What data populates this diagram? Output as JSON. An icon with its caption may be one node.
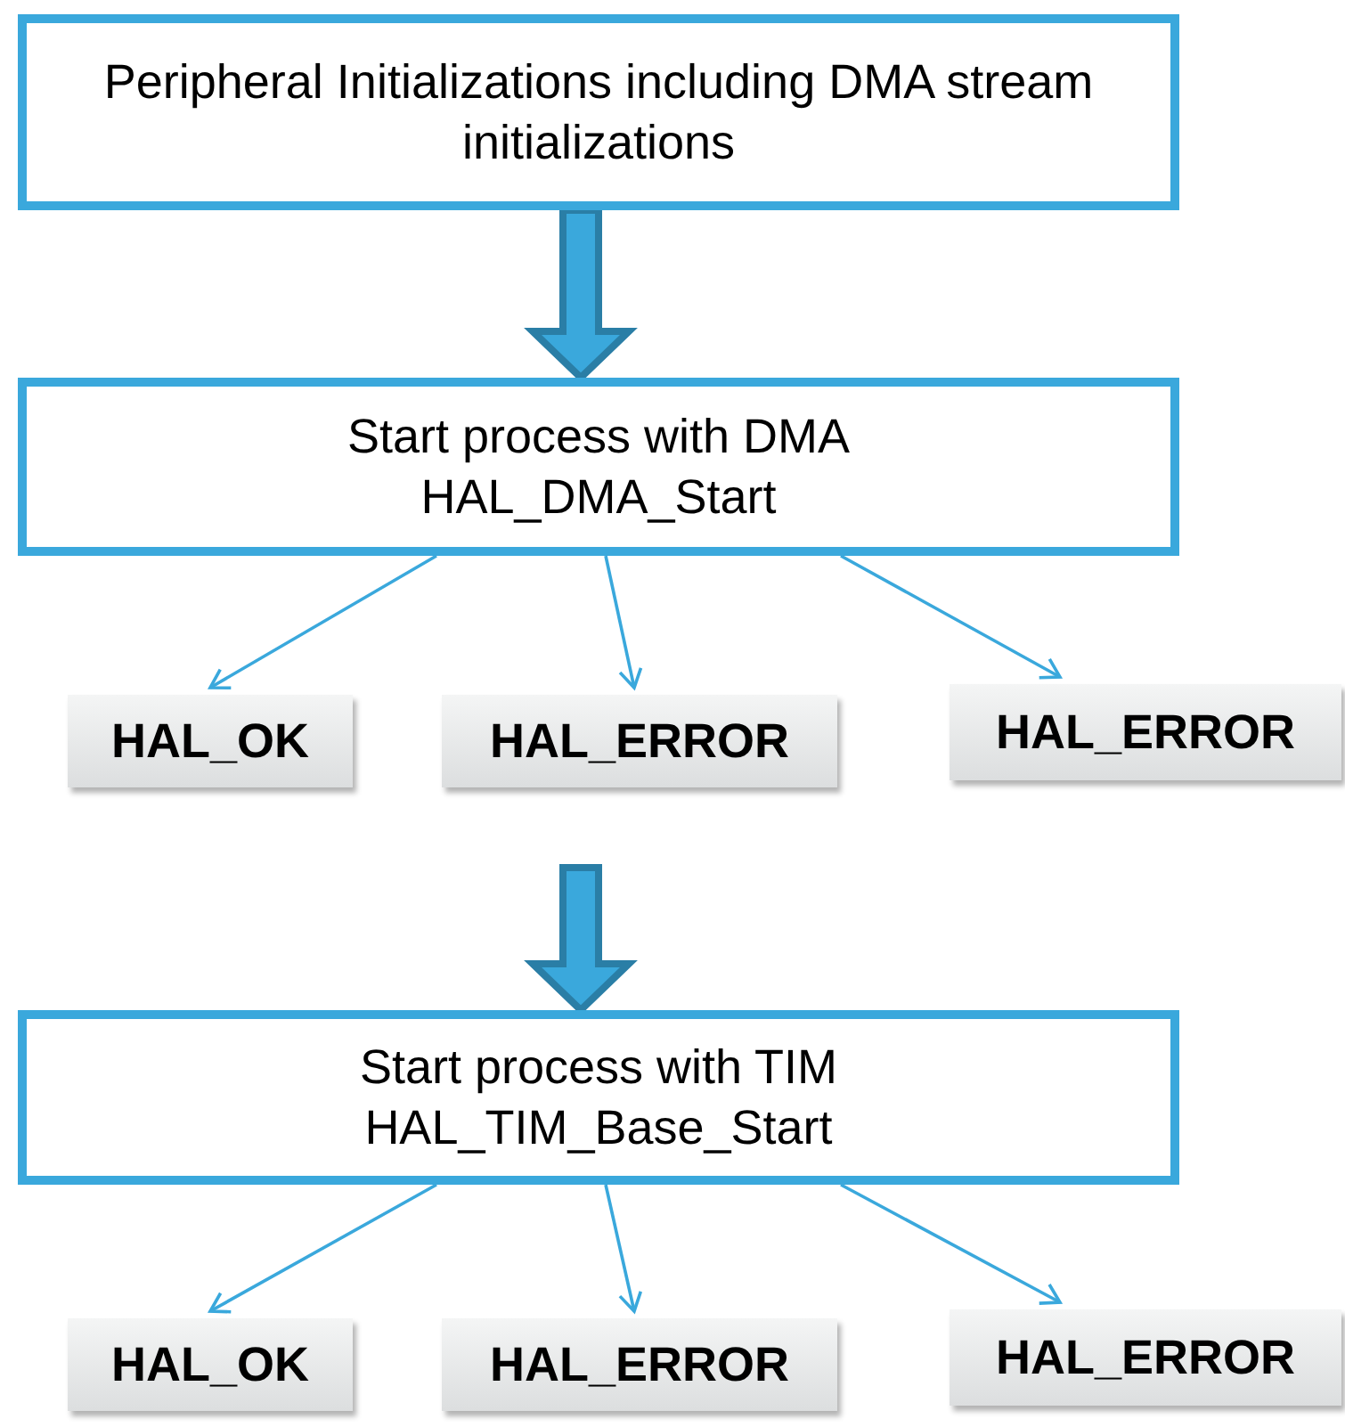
{
  "diagram": {
    "nodes": [
      {
        "text": [
          "Peripheral Initializations including DMA stream initializations"
        ]
      },
      {
        "text": [
          "Start process with DMA",
          "HAL_DMA_Start"
        ]
      },
      {
        "text": [
          "HAL_OK"
        ]
      },
      {
        "text": [
          "HAL_ERROR"
        ]
      },
      {
        "text": [
          "HAL_ERROR"
        ]
      },
      {
        "text": [
          "Start process with TIM",
          "HAL_TIM_Base_Start"
        ]
      },
      {
        "text": [
          "HAL_OK"
        ]
      },
      {
        "text": [
          "HAL_ERROR"
        ]
      },
      {
        "text": [
          "HAL_ERROR"
        ]
      }
    ],
    "edges": [
      {
        "from": 0,
        "to": 1,
        "arrow": "to",
        "style": "thick"
      },
      {
        "from": 1,
        "to": 2,
        "arrow": "to"
      },
      {
        "from": 1,
        "to": 3,
        "arrow": "to"
      },
      {
        "from": 1,
        "to": 4,
        "arrow": "to"
      },
      {
        "from": null,
        "to": 5,
        "arrow": "to",
        "style": "thick"
      },
      {
        "from": 5,
        "to": 6,
        "arrow": "to"
      },
      {
        "from": 5,
        "to": 7,
        "arrow": "to"
      },
      {
        "from": 5,
        "to": 8,
        "arrow": "to"
      }
    ]
  }
}
